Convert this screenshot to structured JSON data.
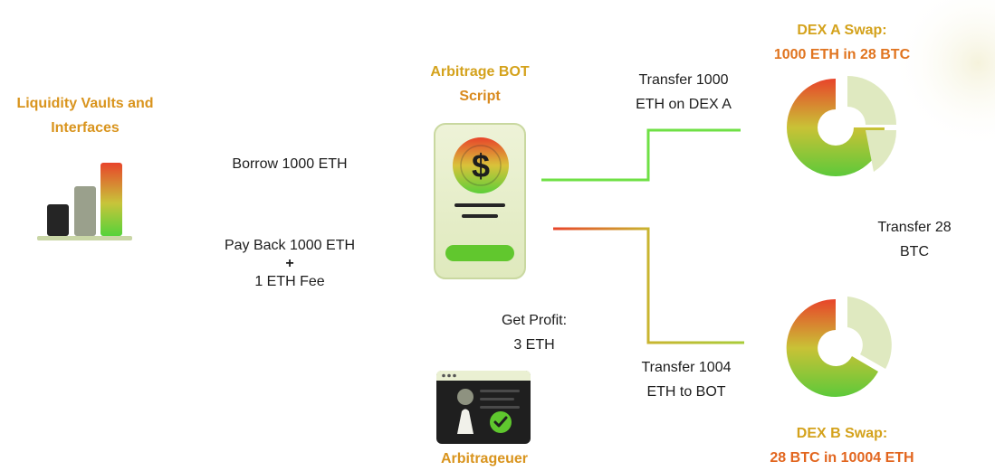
{
  "vaults": {
    "title": [
      "Liquidity Vaults and",
      "Interfaces"
    ]
  },
  "bot": {
    "title": [
      "Arbitrage BOT",
      "Script"
    ],
    "icon_symbol": "$"
  },
  "dex_a": {
    "title": [
      "DEX A Swap:",
      "1000 ETH in 28 BTC"
    ]
  },
  "dex_b": {
    "title": [
      "DEX B Swap:",
      "28 BTC in 10004 ETH"
    ]
  },
  "arbitrageur": {
    "title": "Arbitrageuer"
  },
  "flows": {
    "borrow": [
      "Borrow 1000 ETH"
    ],
    "pay_back": [
      "Pay Back 1000 ETH",
      "+",
      "1 ETH Fee"
    ],
    "transfer_to_dex_a": [
      "Transfer 1000",
      "ETH on DEX A"
    ],
    "transfer_btc": [
      "Transfer 28",
      "BTC"
    ],
    "transfer_to_bot": [
      "Transfer 1004",
      "ETH to BOT"
    ],
    "profit": [
      "Get Profit:",
      "3 ETH"
    ]
  },
  "colors": {
    "title_gradient": [
      "#d7a21b",
      "#e66a1f"
    ],
    "green": "#5fdc3a",
    "red": "#e8442a",
    "yellow": "#c9c236",
    "panel": "#e3ecc6",
    "dark": "#2b2b2b"
  }
}
